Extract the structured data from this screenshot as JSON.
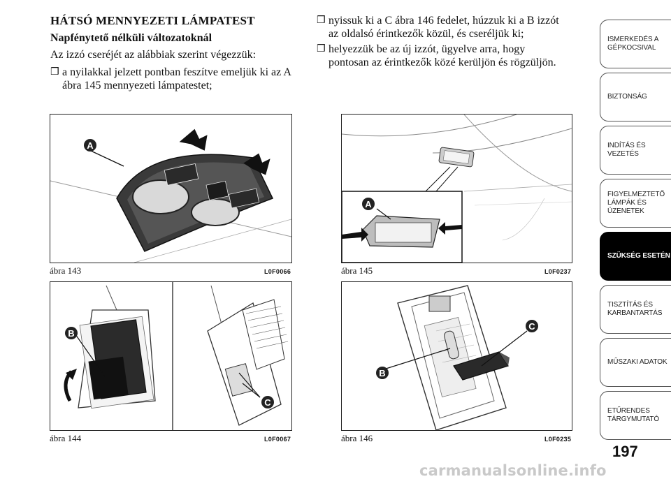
{
  "heading": "HÁTSÓ MENNYEZETI LÁMPATEST",
  "subheading": "Napfénytető nélküli változatoknál",
  "intro": "Az izzó cseréjét az alábbiak szerint végezzük:",
  "bullet_symbol": "❒",
  "steps_left": [
    {
      "line1": "a nyilakkal jelzett pontban feszítve emeljük ki az A",
      "line2": "ábra 145 mennyezeti lámpatestet;"
    }
  ],
  "steps_right": [
    {
      "line1": "nyissuk ki a C ábra 146 fedelet, húzzuk ki a B izzót",
      "line2": "az oldalsó érintkezők közül, és cseréljük ki;"
    },
    {
      "line1": "helyezzük be az új izzót, ügyelve arra, hogy",
      "line2": "pontosan az érintkezők közé kerüljön és rögzüljön."
    }
  ],
  "figures": [
    {
      "caption": "ábra 143",
      "code": "L0F0066",
      "labels": [
        "A"
      ]
    },
    {
      "caption": "ábra 145",
      "code": "L0F0237",
      "labels": [
        "A"
      ]
    },
    {
      "caption": "ábra 144",
      "code": "L0F0067",
      "labels": [
        "B",
        "C"
      ]
    },
    {
      "caption": "ábra 146",
      "code": "L0F0235",
      "labels": [
        "C",
        "B"
      ]
    }
  ],
  "tabs": [
    {
      "label": "ISMERKEDÉS A\nGÉPKOCSIVAL",
      "active": false
    },
    {
      "label": "BIZTONSÁG",
      "active": false
    },
    {
      "label": "INDÍTÁS ÉS\nVEZETÉS",
      "active": false
    },
    {
      "label": "FIGYELMEZTETŐ\nLÁMPÁK ÉS\nÜZENETEK",
      "active": false
    },
    {
      "label": "SZÜKSÉG ESETÉN",
      "active": true
    },
    {
      "label": "TISZTÍTÁS ÉS\nKARBANTARTÁS",
      "active": false
    },
    {
      "label": "MŰSZAKI ADATOK",
      "active": false
    },
    {
      "label": "ETŰRENDES\nTÁRGYMUTATÓ",
      "active": false
    }
  ],
  "page_number": "197",
  "watermark": "carmanualsonline.info"
}
